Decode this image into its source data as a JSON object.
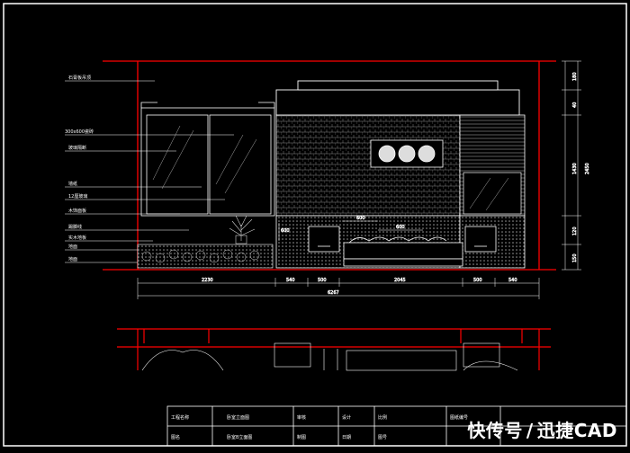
{
  "colors": {
    "background": "#000000",
    "frame": "#ffffff",
    "section_line": "#ff0000",
    "wall_line": "#ffffff",
    "dim_line": "#ffffff",
    "callout_line": "#ffffff",
    "title_text": "#ffffff",
    "hatch": "#cfcfcf",
    "glass": "#bdbdbd",
    "plant": "#9c9c9c"
  },
  "elevation": {
    "labels_left": [
      "石膏板吊顶",
      "300x600瓷砖",
      "玻璃隔断",
      "墙纸",
      "12厘玻璃",
      "木饰面板",
      "踢脚线",
      "实木地板",
      "地面",
      "地面"
    ],
    "dim_bottom": [
      "2230",
      "540",
      "500",
      "2045",
      "500",
      "540"
    ],
    "dim_total": "6267",
    "dim_right": [
      "180",
      "40",
      "1430",
      "2450",
      "120",
      "150"
    ],
    "dim_inner": [
      "600",
      "600",
      "600"
    ]
  },
  "title_block": {
    "project_label": "工程名称",
    "project_value": "卧室立面图",
    "row2_label": "图名",
    "row2_value": "卧室B立面图",
    "cols": [
      "审核",
      "设计",
      "制图",
      "比例",
      "图号",
      "日期"
    ],
    "right_label": "图纸编号"
  },
  "watermark": {
    "left": "快传号",
    "sep": "/",
    "right": "迅捷CAD"
  }
}
